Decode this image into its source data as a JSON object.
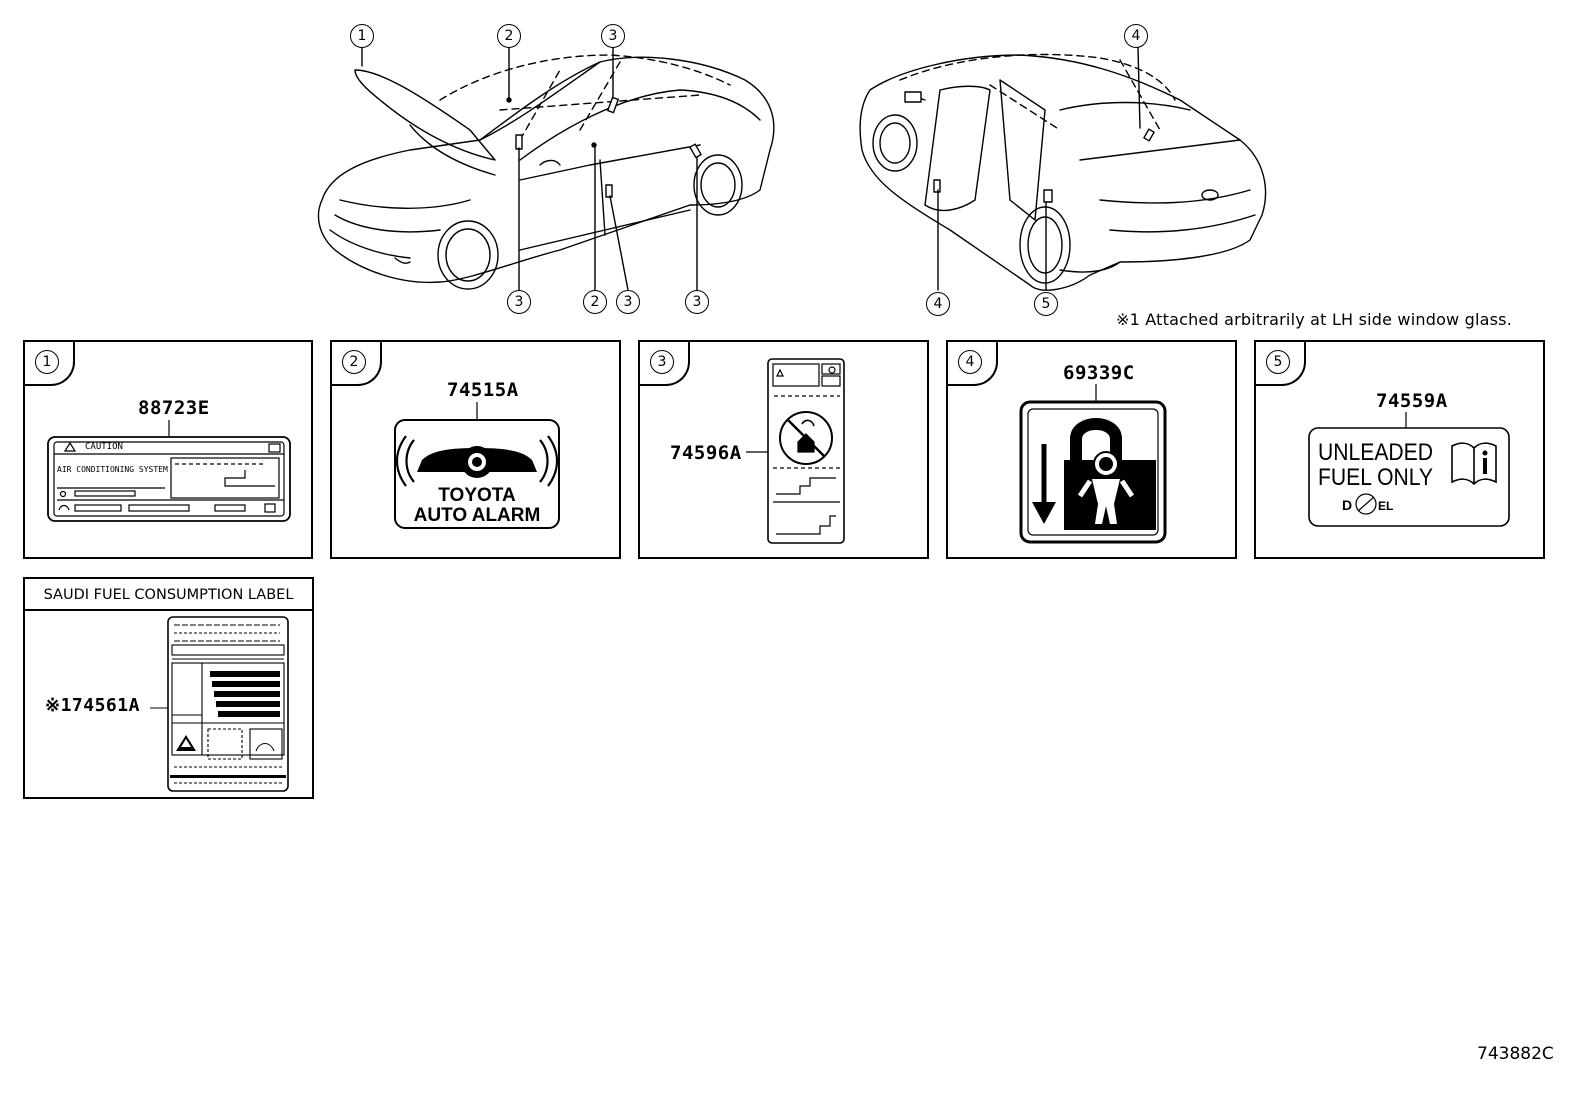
{
  "note": "※1 Attached arbitrarily at LH side window glass.",
  "callouts": {
    "c1": "1",
    "c2": "2",
    "c3": "3",
    "c4": "4",
    "c5": "5"
  },
  "panels": [
    {
      "index": "1",
      "part_number": "88723E"
    },
    {
      "index": "2",
      "part_number": "74515A"
    },
    {
      "index": "3",
      "part_number": "74596A"
    },
    {
      "index": "4",
      "part_number": "69339C"
    },
    {
      "index": "5",
      "part_number": "74559A"
    }
  ],
  "label_texts": {
    "caution": "CAUTION",
    "ac_system": "AIR CONDITIONING SYSTEM",
    "alarm_line1": "TOYOTA",
    "alarm_line2": "AUTO ALARM",
    "fuel_line1": "UNLEADED",
    "fuel_line2": "FUEL ONLY"
  },
  "saudi": {
    "title": "SAUDI FUEL CONSUMPTION LABEL",
    "part_number": "※174561A"
  },
  "figure_code": "743882C"
}
